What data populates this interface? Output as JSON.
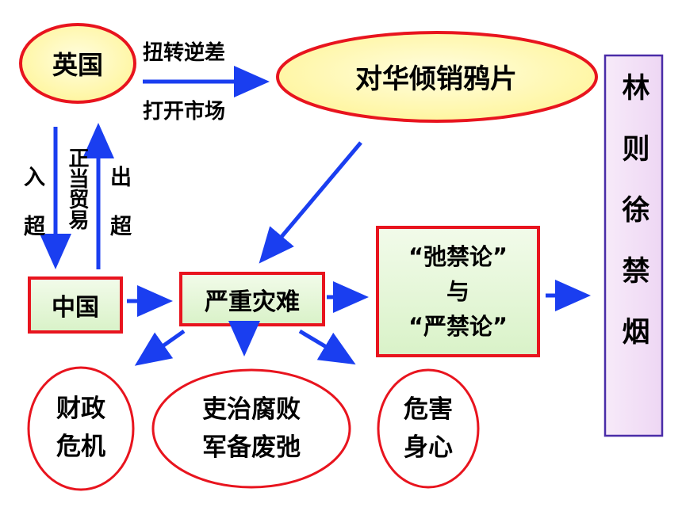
{
  "colors": {
    "yellow_fill": "#fffbb0",
    "green_fill": "#e8f8dc",
    "purple_fill": "#f3e3f8",
    "red_border": "#e8141e",
    "blue_arrow": "#1a3ef0",
    "purple_border": "#4a2ca8"
  },
  "nodes": {
    "britain": "英国",
    "opium_dumping": "对华倾销鸦片",
    "china": "中国",
    "serious_disaster": "严重灾难",
    "debate_line1": "“弛禁论”",
    "debate_line2": "与",
    "debate_line3": "“严禁论”",
    "lin_zexu": "林则徐禁烟",
    "fiscal_crisis": "财政\n危机",
    "corruption": "吏治腐败\n军备废弛",
    "harm_health": "危害\n身心"
  },
  "labels": {
    "reverse_deficit": "扭转逆差",
    "open_market": "打开市场",
    "import_surplus_1": "入",
    "import_surplus_2": "超",
    "legit_trade": "正当贸易",
    "export_surplus_1": "出",
    "export_surplus_2": "超"
  }
}
